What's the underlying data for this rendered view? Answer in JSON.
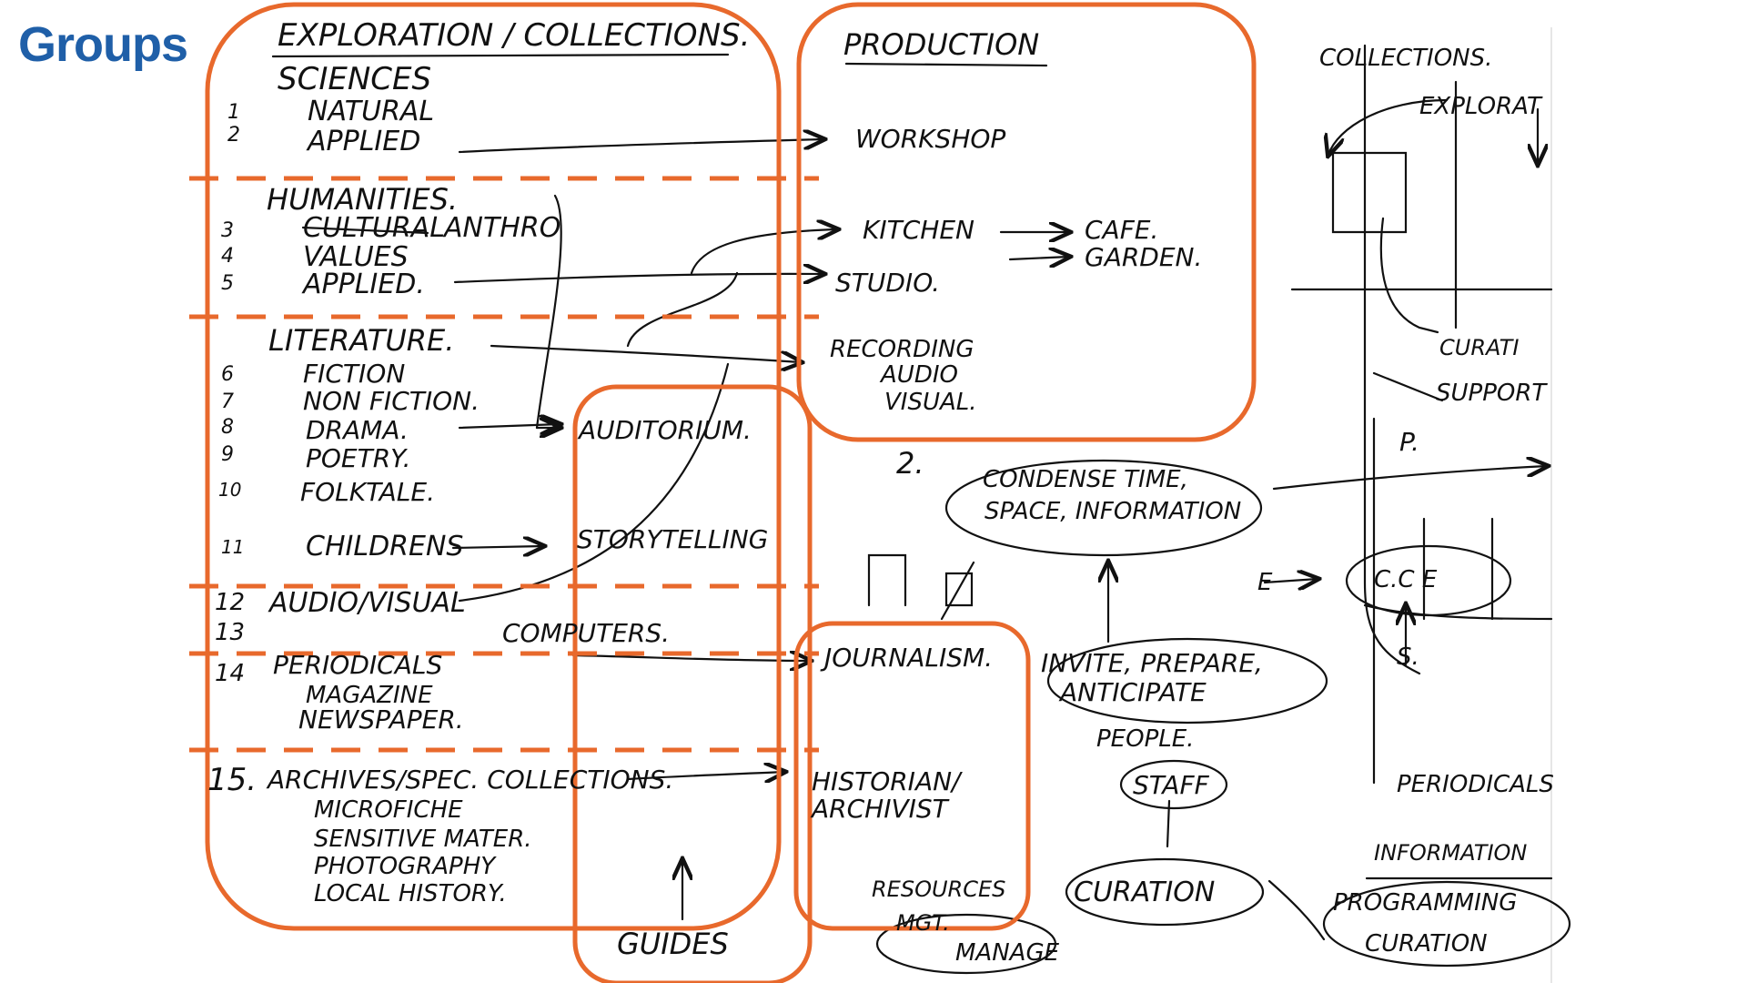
{
  "slide": {
    "title": "Groups"
  },
  "colors": {
    "accent": "#e8692c",
    "title": "#1f5fa8",
    "ink": "#111111"
  },
  "exploration": {
    "title": "EXPLORATION / COLLECTIONS.",
    "groups": [
      {
        "header": "SCIENCES",
        "items": [
          {
            "num": "1",
            "label": "NATURAL"
          },
          {
            "num": "2",
            "label": "APPLIED"
          }
        ]
      },
      {
        "header": "HUMANITIES.",
        "items": [
          {
            "num": "3",
            "label": "CULTURAL",
            "note": "ANTHRO"
          },
          {
            "num": "4",
            "label": "VALUES"
          },
          {
            "num": "5",
            "label": "APPLIED."
          }
        ]
      },
      {
        "header": "LITERATURE.",
        "items": [
          {
            "num": "6",
            "label": "FICTION"
          },
          {
            "num": "7",
            "label": "NON FICTION."
          },
          {
            "num": "8",
            "label": "DRAMA."
          },
          {
            "num": "9",
            "label": "POETRY."
          },
          {
            "num": "10",
            "label": "FOLKTALE."
          },
          {
            "num": "11",
            "label": "CHILDRENS"
          }
        ]
      },
      {
        "header": "",
        "items": [
          {
            "num": "12",
            "label": "AUDIO/VISUAL"
          },
          {
            "num": "13",
            "label": ""
          }
        ]
      },
      {
        "header": "",
        "items": [
          {
            "num": "14",
            "label": "PERIODICALS"
          }
        ],
        "sub": [
          "MAGAZINE",
          "NEWSPAPER."
        ]
      },
      {
        "header": "",
        "items": [
          {
            "num": "15.",
            "label": "ARCHIVES/SPEC. COLLECTIONS."
          }
        ],
        "sub": [
          "MICROFICHE",
          "SENSITIVE MATER.",
          "PHOTOGRAPHY",
          "LOCAL HISTORY."
        ]
      }
    ]
  },
  "middle": {
    "auditorium": "AUDITORIUM.",
    "storytelling": "STORYTELLING",
    "computers": "COMPUTERS.",
    "guides": "GUIDES"
  },
  "production": {
    "title": "PRODUCTION",
    "workshop": "WORKSHOP",
    "kitchen": "KITCHEN",
    "cafe": "CAFE.",
    "garden": "GARDEN.",
    "studio": "STUDIO.",
    "recording": "RECORDING",
    "audio": "AUDIO",
    "visual": "VISUAL."
  },
  "lower": {
    "journalism": "JOURNALISM.",
    "historian": "HISTORIAN/",
    "archivist": "ARCHIVIST",
    "resources": "RESOURCES",
    "management": "MANAGE",
    "management_over": "MGT."
  },
  "right": {
    "number": "2.",
    "condense_1": "CONDENSE TIME,",
    "condense_2": "SPACE, INFORMATION",
    "invite_1": "INVITE, PREPARE,",
    "invite_2": "ANTICIPATE",
    "people": "PEOPLE.",
    "staff": "STAFF",
    "curation": "CURATION",
    "collections": "COLLECTIONS.",
    "exploration": "EXPLORAT",
    "curation_r": "CURATI",
    "support": "SUPPORT",
    "p": "P.",
    "e_arrow": "E",
    "cce": "C.C  E",
    "s": "S.",
    "periodicals": "PERIODICALS",
    "information": "INFORMATION",
    "programming": "PROGRAMMING",
    "curation2": "CURATION"
  }
}
